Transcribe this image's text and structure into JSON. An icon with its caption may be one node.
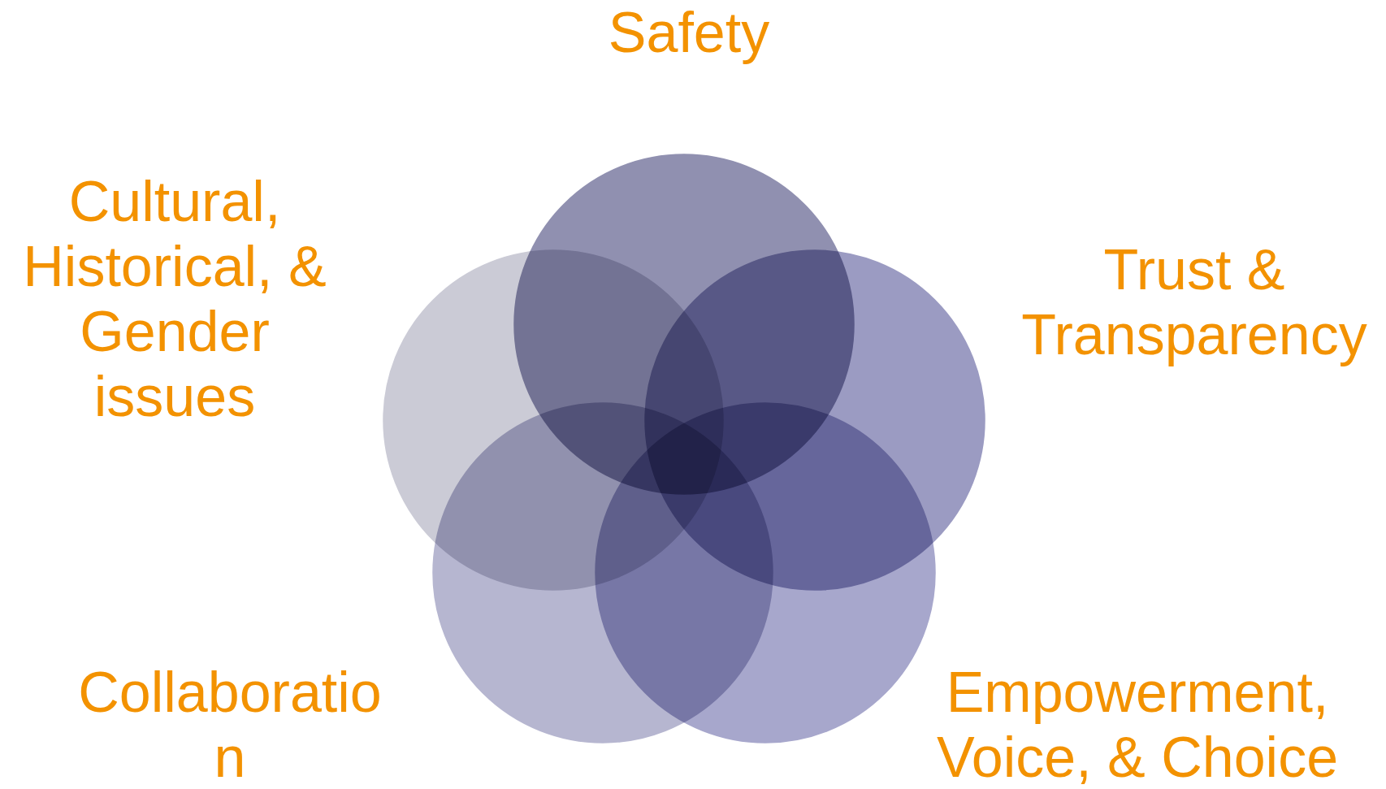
{
  "diagram": {
    "nodes": [
      {
        "text": [],
        "shape": "circle",
        "beside": [
          "Safety"
        ]
      },
      {
        "text": [],
        "shape": "circle",
        "beside": [
          "Trust & Transparency"
        ]
      },
      {
        "text": [],
        "shape": "circle",
        "beside": [
          "Empowerment, Voice, & Choice"
        ]
      },
      {
        "text": [],
        "shape": "circle",
        "beside": [
          "Collaboratio n"
        ]
      },
      {
        "text": [],
        "shape": "circle",
        "beside": [
          "Cultural, Historical, & Gender issues"
        ]
      }
    ],
    "edges": []
  }
}
